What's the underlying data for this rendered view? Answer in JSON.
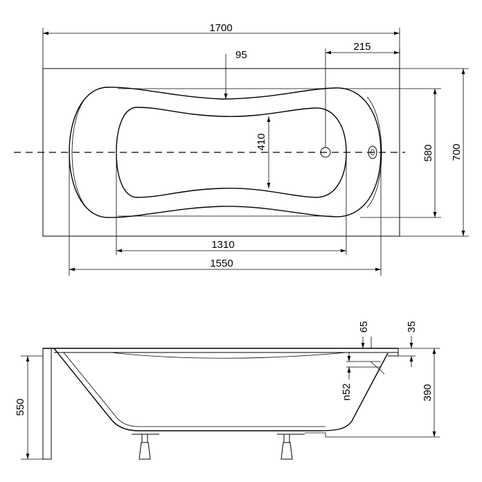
{
  "top_view": {
    "overall_length": "1700",
    "overall_width": "700",
    "inner_width": "580",
    "inner_bottom_width": "410",
    "drain_offset": "215",
    "rim_offset": "95",
    "bottom_length": "1310",
    "inner_length": "1550"
  },
  "side_view": {
    "total_height": "550",
    "tub_depth": "390",
    "rim_thickness": "35",
    "overflow_offset": "65",
    "overflow_diameter": "n52"
  }
}
